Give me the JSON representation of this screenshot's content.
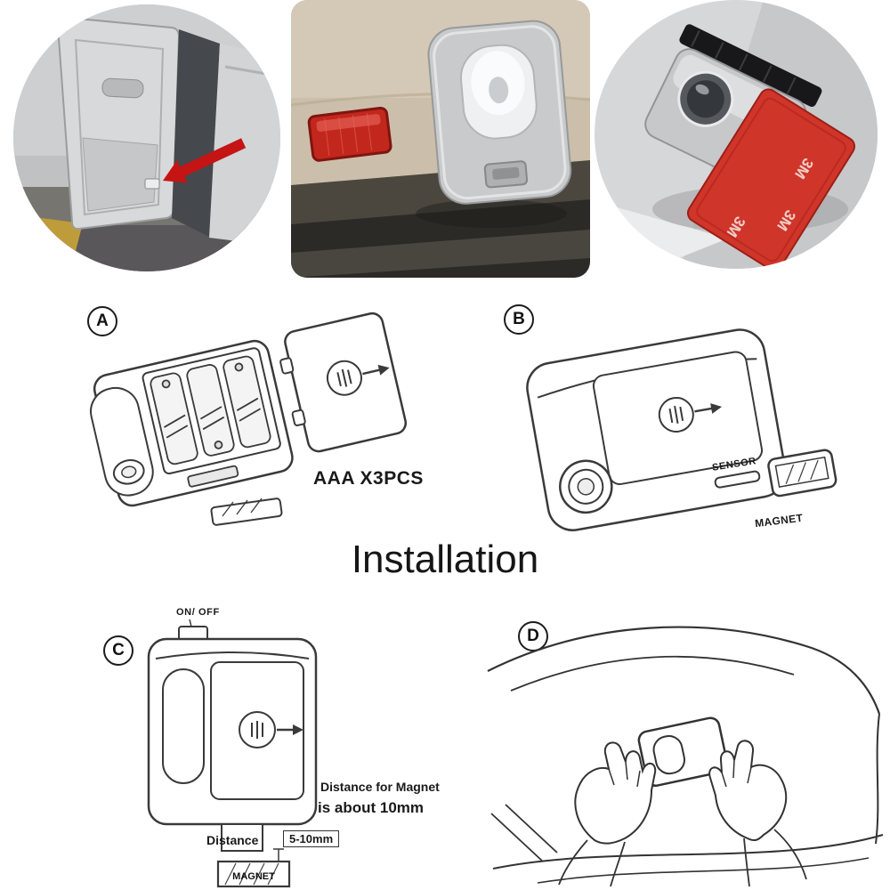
{
  "title": "Installation",
  "photos": {
    "right": {
      "pad_brand": "3M"
    }
  },
  "steps": {
    "a": {
      "label": "A",
      "caption": "AAA X3PCS"
    },
    "b": {
      "label": "B",
      "sensor_label": "SENSOR",
      "magnet_label": "MAGNET"
    },
    "c": {
      "label": "C",
      "switch_label": "ON/ OFF",
      "magnet_note_line1": "Distance for Magnet",
      "magnet_note_line2": "is about 10mm",
      "distance_label": "Distance",
      "distance_value": "5-10mm",
      "magnet_label": "MAGNET"
    },
    "d": {
      "label": "D"
    }
  },
  "colors": {
    "arrow_red": "#c41414",
    "reflector_red": "#c2271d",
    "pad_red": "#d0352a"
  }
}
